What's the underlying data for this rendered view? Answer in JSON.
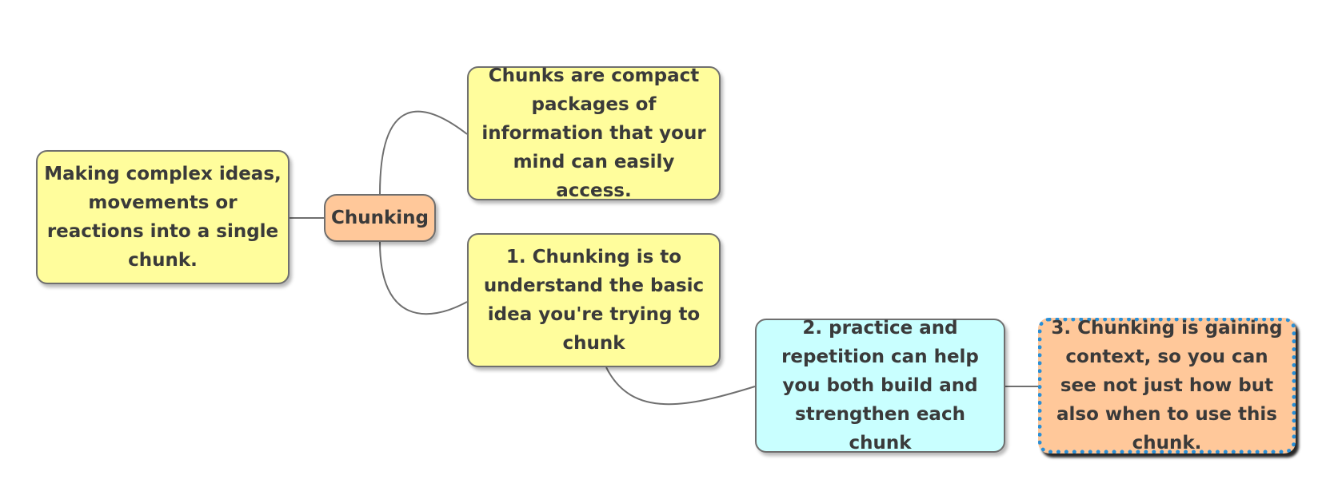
{
  "diagram": {
    "central": {
      "label": "Chunking"
    },
    "left_node": {
      "text": "Making complex ideas, movements or reactions into a single chunk."
    },
    "top_node": {
      "text": "Chunks are compact packages of information that your mind can easily access."
    },
    "step1_node": {
      "text": "1. Chunking is to understand the basic idea you're trying to chunk"
    },
    "step2_node": {
      "text": "2. practice and repetition can help you both build and strengthen each chunk"
    },
    "step3_node": {
      "text": "3. Chunking is gaining context, so you can see not just how but also when to use this chunk."
    }
  },
  "colors": {
    "yellow": "#fffd9c",
    "orange": "#ffc89a",
    "cyan": "#c9ffff",
    "dashed_border": "#2a8fd6",
    "connector": "#6f6f6f"
  }
}
